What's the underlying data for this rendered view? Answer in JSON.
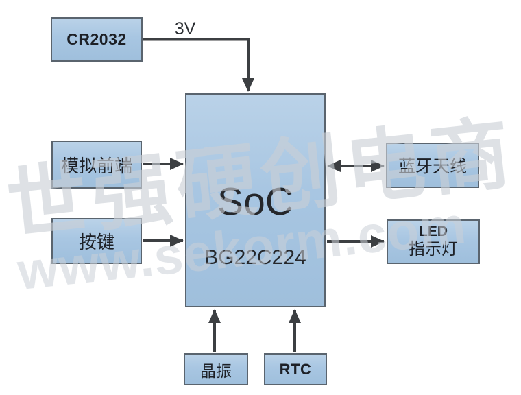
{
  "diagram": {
    "blocks": {
      "cr2032": {
        "label": "CR2032"
      },
      "soc": {
        "title": "SoC",
        "subtitle": "BG22C224"
      },
      "analog_front_end": {
        "label": "模拟前端"
      },
      "button": {
        "label": "按键"
      },
      "bluetooth_antenna": {
        "label": "蓝牙天线"
      },
      "led_indicator": {
        "line1": "LED",
        "line2": "指示灯"
      },
      "crystal": {
        "label": "晶振"
      },
      "rtc": {
        "label": "RTC"
      }
    },
    "labels": {
      "power": "3V"
    },
    "colors": {
      "block_fill": "#a8c6e2",
      "block_border": "#5a646e",
      "arrow": "#3c3f42",
      "text": "#1d2026",
      "background": "#ffffff",
      "watermark": "#c9ced5"
    }
  },
  "watermark": {
    "line1": "世强硬创电商",
    "line2": "www.sekorm.com"
  }
}
